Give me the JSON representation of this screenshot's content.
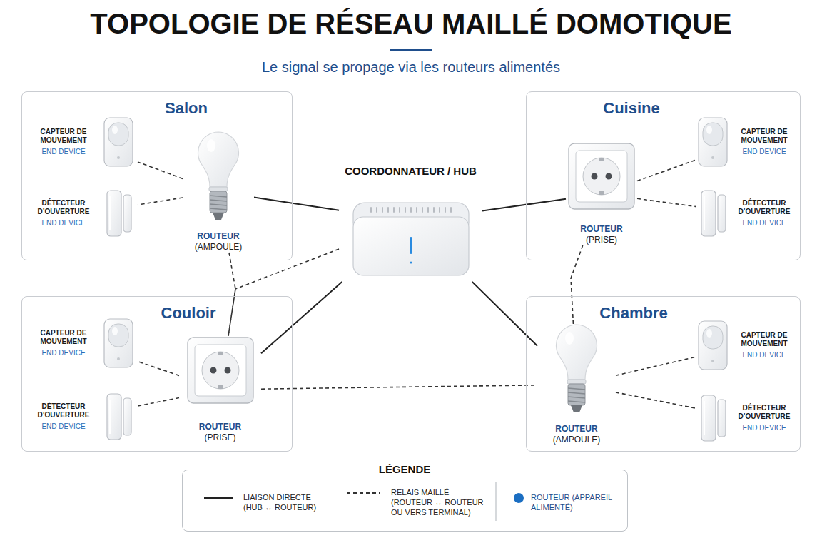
{
  "diagram": {
    "title": "TOPOLOGIE DE RÉSEAU MAILLÉ DOMOTIQUE",
    "nodes": [
      {
        "text": [
          "Salon"
        ]
      },
      {
        "text": [
          "CAPTEUR DE MOUVEMENT",
          "END DEVICE"
        ],
        "in": 0
      },
      {
        "text": [
          "DÉTECTEUR D’OUVERTURE",
          "END DEVICE"
        ],
        "in": 0
      },
      {
        "text": [
          "ROUTEUR",
          "(AMPOULE)"
        ],
        "in": 0
      },
      {
        "text": [
          "COORDONNATEUR / HUB"
        ]
      },
      {
        "text": [
          "Cuisine"
        ]
      },
      {
        "text": [
          "ROUTEUR",
          "(PRISE)"
        ],
        "in": 5
      },
      {
        "text": [
          "CAPTEUR DE MOUVEMENT",
          "END DEVICE"
        ],
        "in": 5
      },
      {
        "text": [
          "DÉTECTEUR D’OUVERTURE",
          "END DEVICE"
        ],
        "in": 5
      },
      {
        "text": [
          "Couloir"
        ]
      },
      {
        "text": [
          "CAPTEUR DE MOUVEMENT",
          "END DEVICE"
        ],
        "in": 9
      },
      {
        "text": [
          "DÉTECTEUR D’OUVERTURE",
          "END DEVICE"
        ],
        "in": 9
      },
      {
        "text": [
          "ROUTEUR",
          "(PRISE)"
        ],
        "in": 9
      },
      {
        "text": [
          "Chambre"
        ]
      },
      {
        "text": [
          "ROUTEUR",
          "(AMPOULE)"
        ],
        "in": 13
      },
      {
        "text": [
          "CAPTEUR DE MOUVEMENT",
          "END DEVICE"
        ],
        "in": 13
      },
      {
        "text": [
          "DÉTECTEUR D’OUVERTURE",
          "END DEVICE"
        ],
        "in": 13
      }
    ],
    "edges": [
      {
        "from": 4,
        "to": 3,
        "arrow": "none"
      },
      {
        "from": 4,
        "to": 6,
        "arrow": "none"
      },
      {
        "from": 4,
        "to": 12,
        "arrow": "none"
      },
      {
        "from": 4,
        "to": 14,
        "arrow": "none"
      },
      {
        "from": 3,
        "to": 1,
        "arrow": "none"
      },
      {
        "from": 3,
        "to": 2,
        "arrow": "none"
      },
      {
        "from": 6,
        "to": 7,
        "arrow": "none"
      },
      {
        "from": 6,
        "to": 8,
        "arrow": "none"
      },
      {
        "from": 12,
        "to": 10,
        "arrow": "none"
      },
      {
        "from": 12,
        "to": 11,
        "arrow": "none"
      },
      {
        "from": 14,
        "to": 15,
        "arrow": "none"
      },
      {
        "from": 14,
        "to": 16,
        "arrow": "none"
      },
      {
        "from": 3,
        "to": 12,
        "arrow": "none"
      },
      {
        "from": 4,
        "to": 12,
        "arrow": "none"
      },
      {
        "from": 6,
        "to": 14,
        "arrow": "none"
      },
      {
        "from": 12,
        "to": 14,
        "arrow": "none"
      }
    ],
    "labels": [
      "Le signal se propage via les routeurs alimentés",
      "LÉGENDE"
    ],
    "legend": [
      {
        "text": "LIAISON DIRECTE (HUB ↔ ROUTEUR)"
      },
      {
        "text": "RELAIS MAILLÉ (ROUTEUR ↔ ROUTEUR OU VERS TERMINAL)"
      },
      {
        "text": "ROUTEUR (APPAREIL ALIMENTÉ)",
        "color": "#1b6ec2"
      }
    ]
  }
}
